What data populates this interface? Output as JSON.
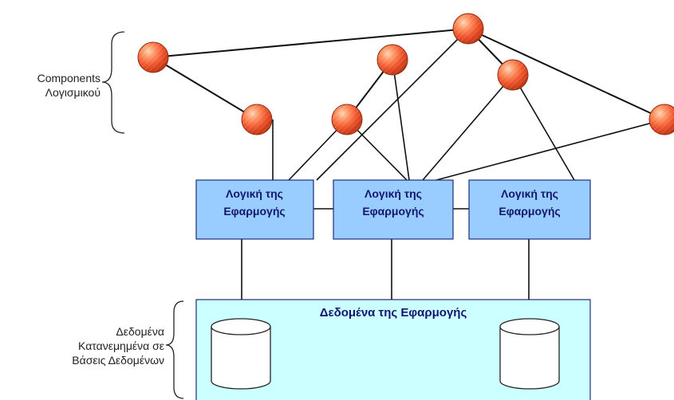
{
  "diagram": {
    "software_components_label": [
      "Components",
      "Λογισμικού"
    ],
    "distributed_data_label": [
      "Δεδομένα",
      "Κατανεμημένα σε",
      "Βάσεις Δεδομένων"
    ],
    "logic_boxes": [
      {
        "line1": "Λογική της",
        "line2": "Εφαρμογής"
      },
      {
        "line1": "Λογική της",
        "line2": "Εφαρμογής"
      },
      {
        "line1": "Λογική της",
        "line2": "Εφαρμογής"
      }
    ],
    "data_area_title": "Δεδομένα της Εφαρμογής"
  },
  "colors": {
    "node_fill": "#f2582e",
    "logic_box_fill": "#99ccff",
    "data_area_fill": "#ccffff",
    "label_text": "#13166f"
  }
}
